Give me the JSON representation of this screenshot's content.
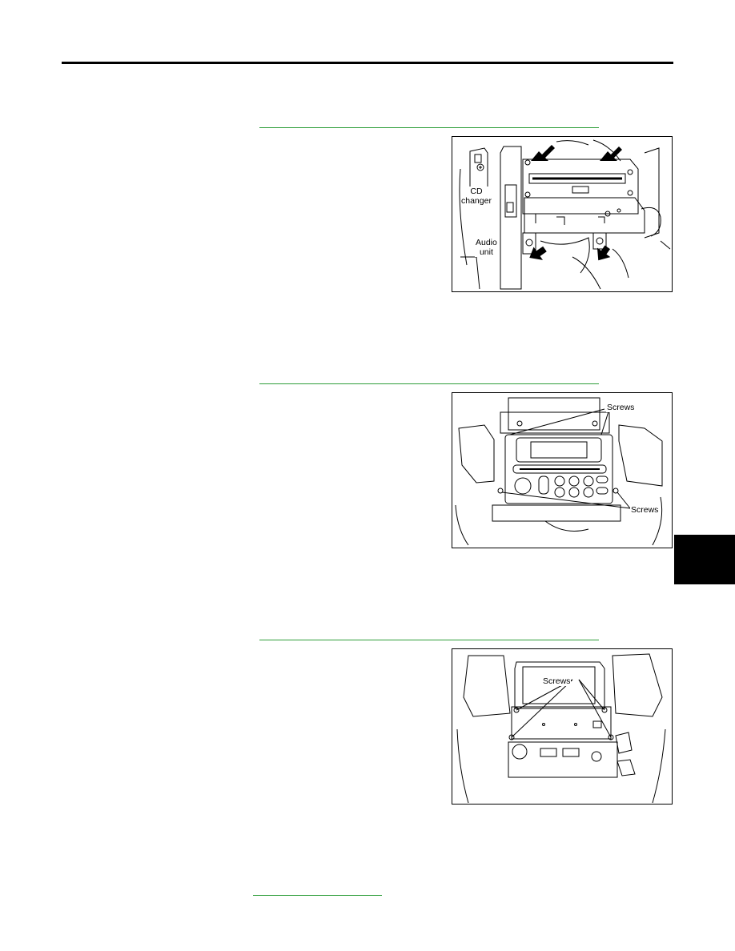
{
  "page": {
    "tab_color": "#000000",
    "rule_color": "#2e9e3a"
  },
  "figures": [
    {
      "id": "audio-unit-removal",
      "labels": {
        "cd_changer": "CD\nchanger",
        "audio_unit": "Audio\nunit"
      },
      "icons": [
        "arrow-icon",
        "screw-icon"
      ]
    },
    {
      "id": "audio-unit-screws",
      "labels": {
        "screws_top": "Screws",
        "screws_bottom": "Screws"
      }
    },
    {
      "id": "bracket-screws",
      "labels": {
        "screws": "Screws"
      }
    }
  ]
}
